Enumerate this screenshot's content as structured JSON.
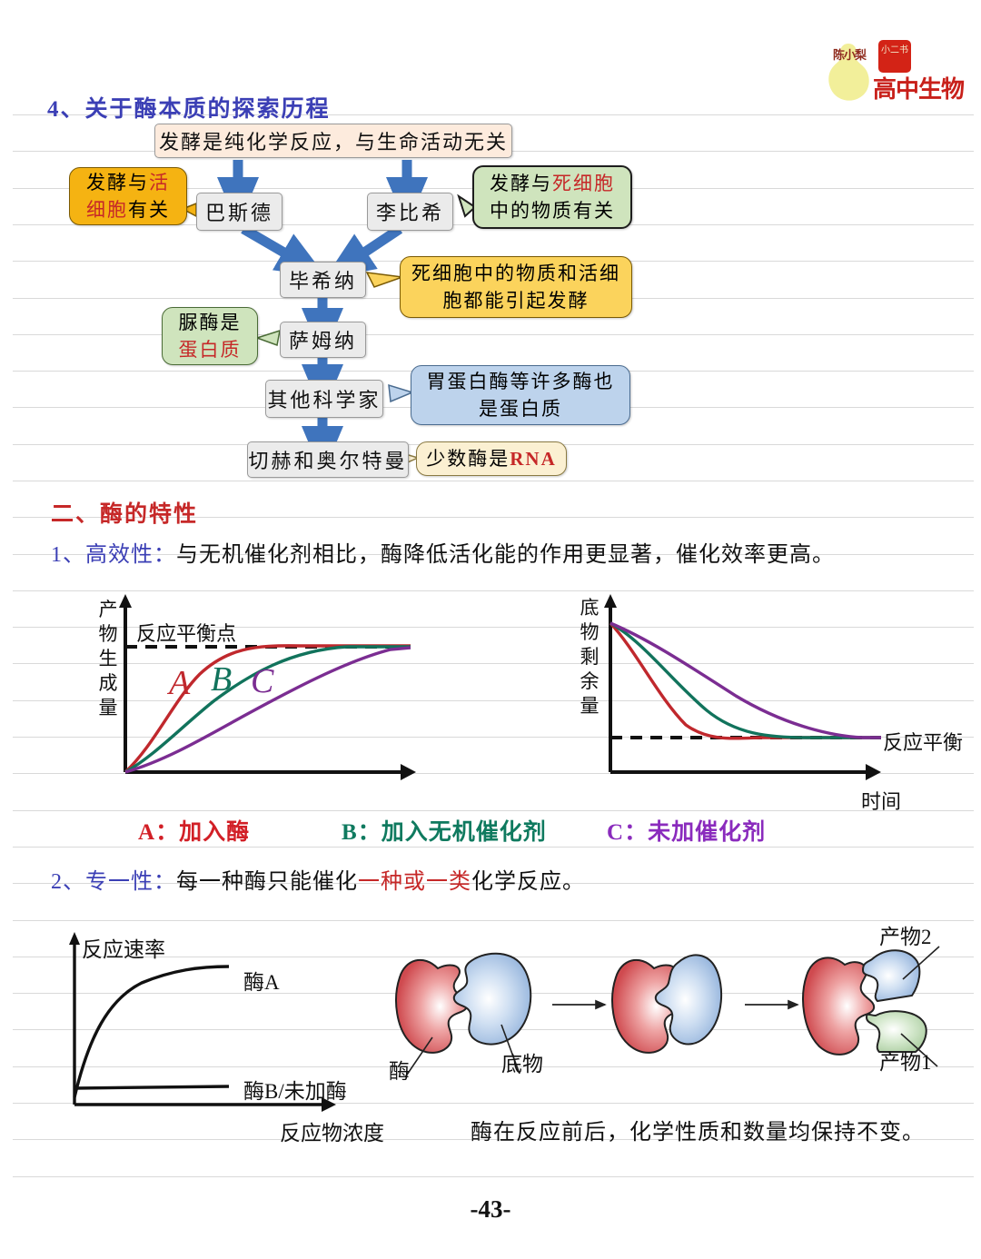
{
  "logo": {
    "gourd_text": "陈小梨",
    "seal_text": "小二书",
    "brand": "高中生物"
  },
  "page_number": "-43-",
  "section_4": {
    "heading": "4、关于酶本质的探索历程",
    "banner": "发酵是纯化学反应，与生命活动无关",
    "nodes": [
      {
        "id": "pasteur",
        "label": "巴斯德"
      },
      {
        "id": "liebig",
        "label": "李比希"
      },
      {
        "id": "buchner",
        "label": "毕希纳"
      },
      {
        "id": "sumner",
        "label": "萨姆纳"
      },
      {
        "id": "others",
        "label": "其他科学家"
      },
      {
        "id": "cech",
        "label": "切赫和奥尔特曼"
      }
    ],
    "callouts": [
      {
        "id": "live-cell",
        "line1_a": "发酵与",
        "line1_b": "活",
        "line2_a": "细胞",
        "line2_b": "有关",
        "color": "#f5b312"
      },
      {
        "id": "dead-cell",
        "line1_a": "发酵与",
        "line1_b": "死细胞",
        "line2_a": "中的物质有关",
        "line2_b": "",
        "color": "#cfe4bd"
      },
      {
        "id": "both-cause",
        "line1_a": "死细胞中的物质和活细",
        "line1_b": "",
        "line2_a": "胞都能引起发酵",
        "line2_b": "",
        "color": "#fbd35c"
      },
      {
        "id": "urease",
        "line1_a": "脲酶是",
        "line1_b": "",
        "line2_a": "",
        "line2_b": "蛋白质",
        "color": "#cfe4bd"
      },
      {
        "id": "pepsin",
        "line1_a": "胃蛋白酶等许多酶也",
        "line1_b": "",
        "line2_a": "是蛋白质",
        "line2_b": "",
        "color": "#bdd3ec"
      },
      {
        "id": "rna",
        "line1_a": "少数酶是",
        "line1_b": "RNA",
        "line2_a": "",
        "line2_b": "",
        "color": "#fbf0d2"
      }
    ]
  },
  "section_2": {
    "heading": "二、酶的特性",
    "item1": {
      "num": "1、",
      "title": "高效性",
      "colon": "：",
      "text": "与无机催化剂相比，酶降低活化能的作用更显著，催化效率更高。"
    },
    "item2": {
      "num": "2、",
      "title": "专一性",
      "colon": "：",
      "text_a": "每一种酶只能催化",
      "text_b": "一种或一类",
      "text_c": "化学反应。"
    }
  },
  "chart_data": [
    {
      "id": "product-vs-time",
      "type": "line",
      "title": "",
      "ylabel": "产物生成量",
      "xlabel": "",
      "annotation": "反应平衡点",
      "equilibrium_level": 1.0,
      "x": [
        0,
        0.1,
        0.2,
        0.3,
        0.4,
        0.5,
        0.6,
        0.7,
        0.8,
        0.9,
        1.0
      ],
      "series": [
        {
          "name": "A",
          "color": "#c0282d",
          "label": "A",
          "values": [
            0,
            0.33,
            0.58,
            0.76,
            0.88,
            0.95,
            0.99,
            1.0,
            1.0,
            1.0,
            1.0
          ]
        },
        {
          "name": "B",
          "color": "#11735c",
          "label": "B",
          "values": [
            0,
            0.2,
            0.38,
            0.53,
            0.66,
            0.76,
            0.85,
            0.92,
            0.97,
            1.0,
            1.0
          ]
        },
        {
          "name": "C",
          "color": "#7b2d92",
          "label": "C",
          "values": [
            0,
            0.12,
            0.23,
            0.34,
            0.45,
            0.56,
            0.66,
            0.76,
            0.86,
            0.94,
            1.0
          ]
        }
      ]
    },
    {
      "id": "substrate-vs-time",
      "type": "line",
      "title": "",
      "ylabel": "底物剩余量",
      "xlabel": "时间",
      "annotation": "反应平衡",
      "equilibrium_level": 0.12,
      "x": [
        0,
        0.1,
        0.2,
        0.3,
        0.4,
        0.5,
        0.6,
        0.7,
        0.8,
        0.9,
        1.0
      ],
      "series": [
        {
          "name": "A",
          "color": "#c0282d",
          "label": "",
          "values": [
            1.0,
            0.78,
            0.55,
            0.33,
            0.18,
            0.13,
            0.12,
            0.12,
            0.12,
            0.12,
            0.12
          ]
        },
        {
          "name": "B",
          "color": "#11735c",
          "label": "",
          "values": [
            1.0,
            0.87,
            0.73,
            0.58,
            0.43,
            0.3,
            0.2,
            0.14,
            0.12,
            0.12,
            0.12
          ]
        },
        {
          "name": "C",
          "color": "#7b2d92",
          "label": "",
          "values": [
            1.0,
            0.92,
            0.84,
            0.75,
            0.66,
            0.57,
            0.47,
            0.37,
            0.27,
            0.18,
            0.12
          ]
        }
      ]
    },
    {
      "id": "rate-vs-substrate",
      "type": "line",
      "ylabel": "反应速率",
      "xlabel": "反应物浓度",
      "x": [
        0,
        0.1,
        0.2,
        0.3,
        0.4,
        0.5,
        0.6,
        0.7,
        0.8,
        0.9,
        1.0
      ],
      "series": [
        {
          "name": "酶A",
          "color": "#111111",
          "label": "酶A",
          "values": [
            0,
            0.42,
            0.63,
            0.76,
            0.84,
            0.89,
            0.92,
            0.94,
            0.955,
            0.96,
            0.965
          ]
        },
        {
          "name": "酶B/未加酶",
          "color": "#111111",
          "label": "酶B/未加酶",
          "values": [
            0.03,
            0.03,
            0.03,
            0.03,
            0.03,
            0.03,
            0.03,
            0.03,
            0.03,
            0.03,
            0.03
          ]
        }
      ]
    }
  ],
  "legend_row": [
    {
      "key": "A",
      "sep": "：",
      "text": "加入酶",
      "color": "#d21f26"
    },
    {
      "key": "B",
      "sep": "：",
      "text": "加入无机催化剂",
      "color": "#0f7a5f"
    },
    {
      "key": "C",
      "sep": "：",
      "text": "未加催化剂",
      "color": "#8a2bbd"
    }
  ],
  "enzyme_diagram": {
    "labels": {
      "enzyme": "酶",
      "substrate": "底物",
      "product1": "产物1",
      "product2": "产物2"
    }
  },
  "footer_note": "酶在反应前后，化学性质和数量均保持不变。"
}
